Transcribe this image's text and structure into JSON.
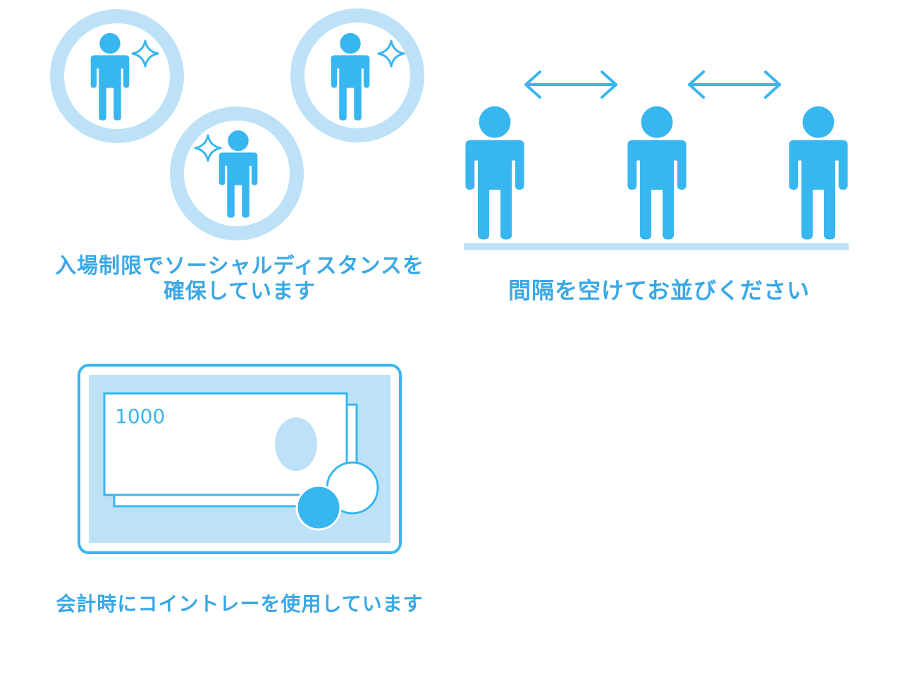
{
  "colors": {
    "primary_blue": "#38b6f0",
    "light_blue": "#bde2f8",
    "caption_blue": "#3aa8e6",
    "background": "#ffffff"
  },
  "panels": {
    "social_distance": {
      "caption_line1": "入場制限でソーシャルディスタンスを",
      "caption_line2": "確保しています",
      "icons": [
        "person-in-circle-icon",
        "sparkle-icon"
      ]
    },
    "queue_spacing": {
      "caption": "間隔を空けてお並びください",
      "icons": [
        "person-icon",
        "double-arrow-icon"
      ]
    },
    "coin_tray": {
      "caption": "会計時にコイントレーを使用しています",
      "banknote_value": "1000",
      "icons": [
        "coin-tray-icon",
        "banknote-icon",
        "coin-icon"
      ]
    }
  }
}
